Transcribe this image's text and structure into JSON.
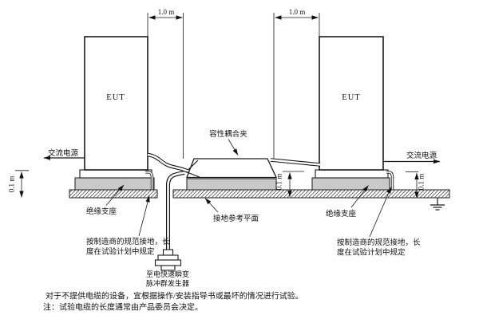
{
  "figure": {
    "eut_left": "EUT",
    "eut_right": "EUT",
    "dim_gap_left": "1.0 m",
    "dim_gap_right": "1.0 m",
    "dim_height_left": "0.1 m",
    "dim_height_middle": "0.1 m",
    "dim_height_right": "0.1 m",
    "ac_power_left": "交流电源",
    "ac_power_right": "交流电源",
    "coupling_clamp": "容性耦合夹",
    "ground_plane": "接地参考平面",
    "insulating_support_left": "绝缘支座",
    "insulating_support_right": "绝缘支座",
    "grounding_left_line1": "按制造商的规范接地，长",
    "grounding_left_line2": "度在试验计划中规定",
    "grounding_right_line1": "按制造商的规范接地，长",
    "grounding_right_line2": "度在试验计划中规定",
    "generator_line1": "至电快速瞬变",
    "generator_line2": "脉冲群发生器"
  },
  "notes": {
    "line1": "对于不提供电缆的设备，宜根据操作/安装指导书或最坏的情况进行试验。",
    "line2": "注：试验电缆的长度通常由产品委员会决定。"
  },
  "colors": {
    "ink": "#1a1a1a",
    "support_fill": "#c9c9c9",
    "background": "#ffffff"
  }
}
